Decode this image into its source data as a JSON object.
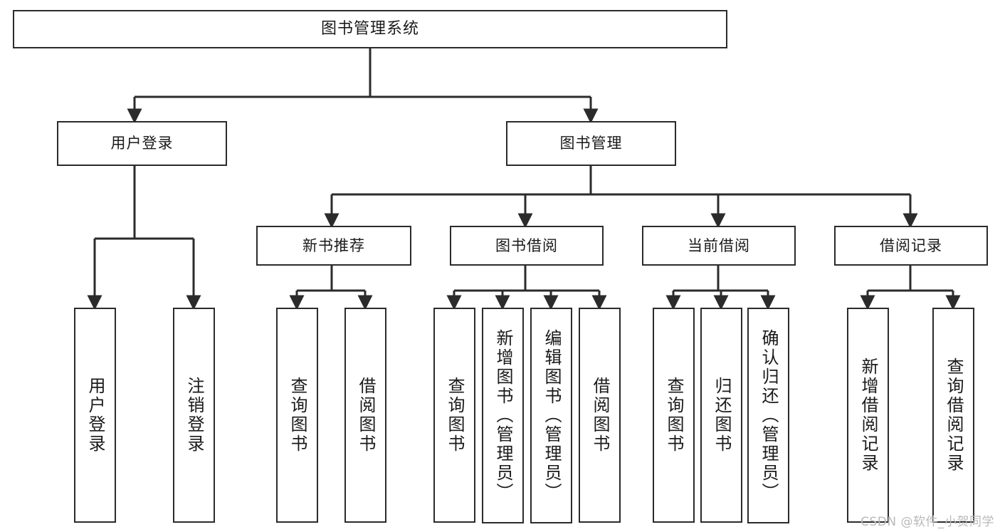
{
  "diagram": {
    "title": "图书管理系统",
    "watermark": "CSDN @软件_小贺同学",
    "level2": [
      {
        "label": "用户登录"
      },
      {
        "label": "图书管理"
      }
    ],
    "level3": [
      {
        "label": "新书推荐"
      },
      {
        "label": "图书借阅"
      },
      {
        "label": "当前借阅"
      },
      {
        "label": "借阅记录"
      }
    ],
    "leaves": {
      "user_login": [
        {
          "label": "用户登录"
        },
        {
          "label": "注销登录"
        }
      ],
      "new_book_recommend": [
        {
          "label": "查询图书"
        },
        {
          "label": "借阅图书"
        }
      ],
      "book_borrow": [
        {
          "label": "查询图书"
        },
        {
          "label": "新增图书（管理员）"
        },
        {
          "label": "编辑图书（管理员）"
        },
        {
          "label": "借阅图书"
        }
      ],
      "current_borrow": [
        {
          "label": "查询图书"
        },
        {
          "label": "归还图书"
        },
        {
          "label": "确认归还（管理员）"
        }
      ],
      "borrow_record": [
        {
          "label": "新增借阅记录"
        },
        {
          "label": "查询借阅记录"
        }
      ]
    }
  },
  "colors": {
    "stroke": "#2b2b2b",
    "background": "#ffffff",
    "text": "#1a1a1a",
    "watermark": "#b9b9b9"
  }
}
